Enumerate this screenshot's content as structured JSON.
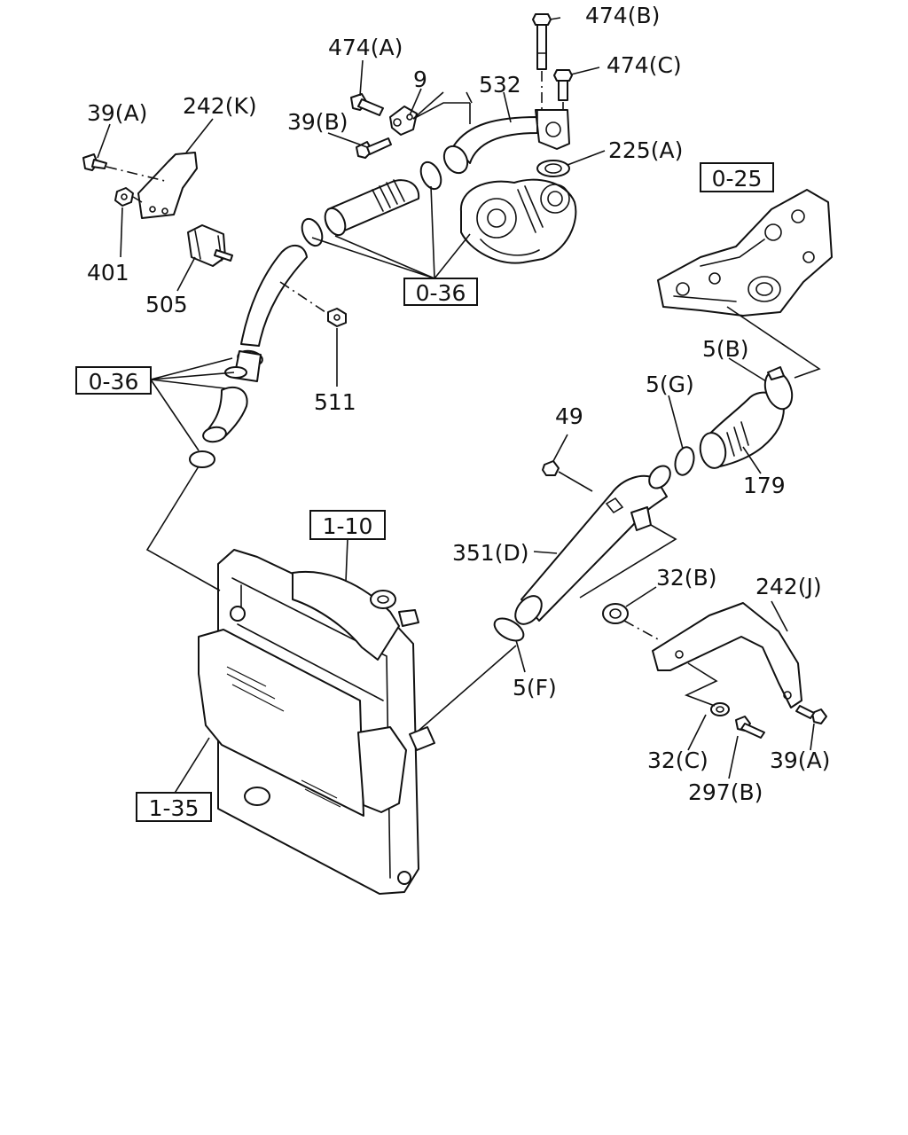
{
  "labels": {
    "474B": "474(B)",
    "474A": "474(A)",
    "474C": "474(C)",
    "9": "9",
    "532": "532",
    "39A_top": "39(A)",
    "242K": "242(K)",
    "39B": "39(B)",
    "225A": "225(A)",
    "401": "401",
    "505": "505",
    "511": "511",
    "5B": "5(B)",
    "5G": "5(G)",
    "49": "49",
    "179": "179",
    "351D": "351(D)",
    "32B": "32(B)",
    "242J": "242(J)",
    "5F": "5(F)",
    "32C": "32(C)",
    "297B": "297(B)",
    "39A_bottom": "39(A)"
  },
  "references": {
    "0-36_top": "0-36",
    "0-36_left": "0-36",
    "0-25": "0-25",
    "1-10": "1-10",
    "1-35": "1-35"
  }
}
